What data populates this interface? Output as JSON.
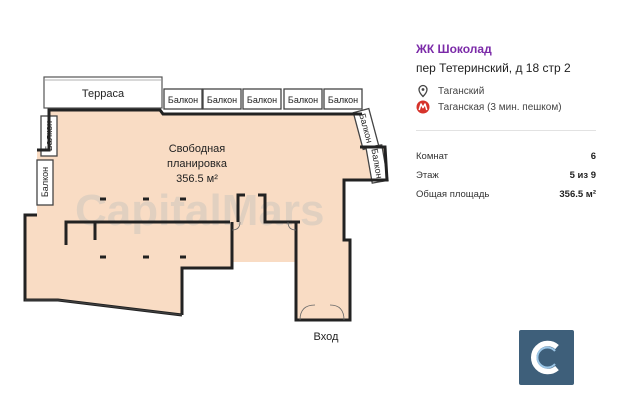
{
  "listing": {
    "title": "ЖК Шоколад",
    "address": "пер Тетеринский, д 18 стр 2",
    "district": "Таганский",
    "metro": "Таганская (3 мин. пешком)",
    "details": [
      {
        "key": "Комнат",
        "value": "6"
      },
      {
        "key": "Этаж",
        "value": "5 из 9"
      },
      {
        "key": "Общая площадь",
        "value": "356.5 м²"
      }
    ]
  },
  "plan": {
    "terrace_label": "Терраса",
    "balcony_label": "Балкон",
    "room_line1": "Свободная",
    "room_line2": "планировка",
    "room_area": "356.5 м²",
    "entrance_label": "Вход",
    "watermark": "CapitalMars"
  },
  "icons": {
    "location": "location-pin-icon",
    "metro": "metro-icon",
    "logo": "capital-mars-logo-icon"
  },
  "colors": {
    "accent": "#7b2aa8",
    "floor": "#f9dcc4",
    "wall": "#222222",
    "metro": "#d6332b",
    "logo_bg": "#3e5f7a"
  }
}
